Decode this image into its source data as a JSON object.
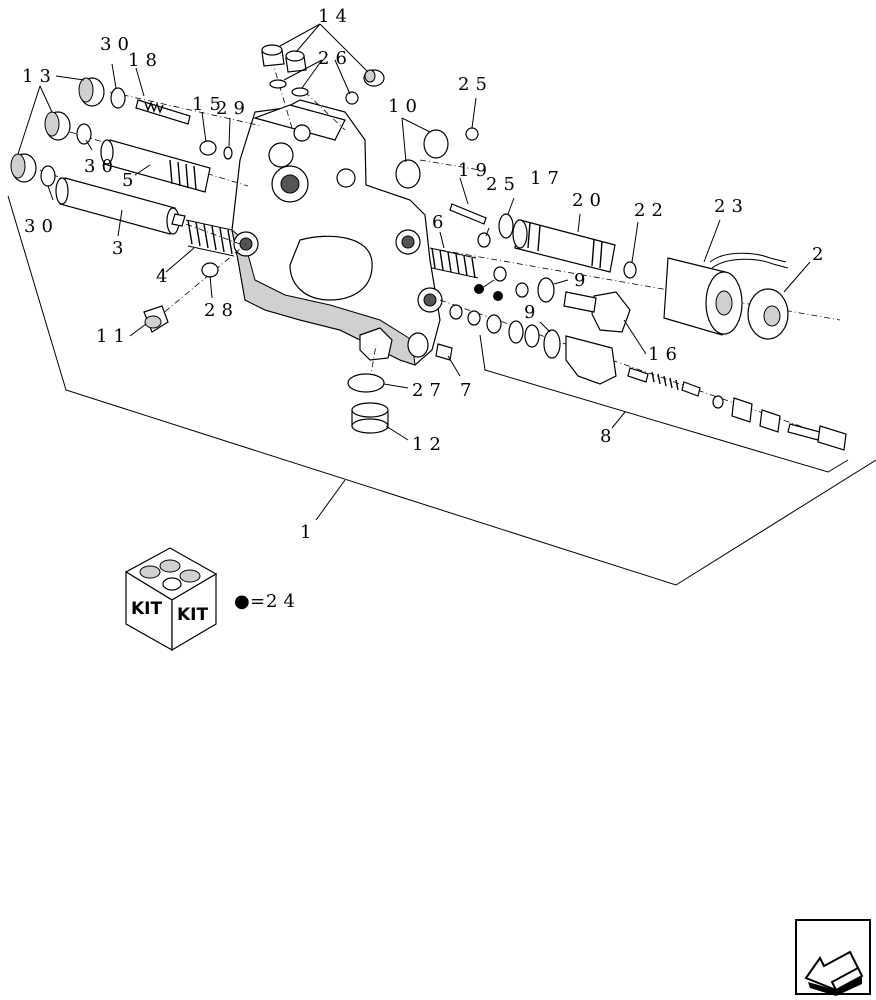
{
  "callouts": {
    "c1": "1",
    "c2": "2",
    "c3": "3",
    "c4": "4",
    "c5": "5",
    "c6": "6",
    "c7": "7",
    "c8": "8",
    "c9a": "9",
    "c9b": "9",
    "c10": "10",
    "c11": "11",
    "c12": "12",
    "c13": "13",
    "c14": "14",
    "c15": "15",
    "c16": "16",
    "c17": "17",
    "c18": "18",
    "c19": "19",
    "c20": "20",
    "c22": "22",
    "c23": "23",
    "c25": "25",
    "c26": "26",
    "c27": "27",
    "c28": "28",
    "c29": "29",
    "c30a": "30",
    "c30b": "30",
    "c30c": "30"
  },
  "kit": {
    "label_left": "KIT",
    "label_right": "KIT",
    "legend_symbol": "●",
    "legend_equals": "=",
    "legend_ref": "24"
  },
  "icons": {
    "nav": "previous-page-arrow-icon"
  }
}
